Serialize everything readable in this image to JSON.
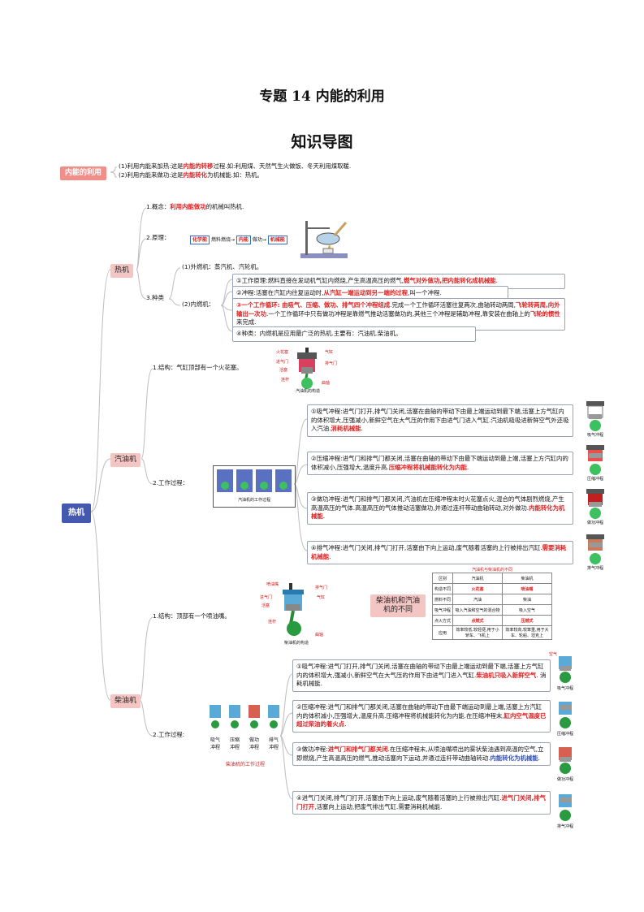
{
  "title": "专题 14  内能的利用",
  "subtitle": "知识导图",
  "top_node": {
    "label": "内能的利用",
    "line1_pre": "(1)利用内能来加热:这是",
    "line1_red": "内能的转移",
    "line1_post": "过程.如:利用煤、天然气生火做饭、冬天利用煤取暖.",
    "line2_pre": "(2)利用内能来做功:这是",
    "line2_red": "内能转化",
    "line2_post": "为机械能.如：热机。"
  },
  "root": "热机",
  "heat_engine": {
    "label": "热机",
    "concept_pre": "1.概念：",
    "concept_red": "利用内能做功",
    "concept_post": "的机械叫热机.",
    "principle": "2.原理：",
    "flow": [
      "化学能",
      "燃料燃烧",
      "内能",
      "做功",
      "机械能"
    ],
    "types": "3.种类",
    "external": "(1)外燃机：蒸汽机、汽轮机。",
    "internal": "(2)内燃机：",
    "i1_pre": "①工作原理:燃料直接在发动机气缸内燃烧,产生高温高压的燃气,",
    "i1_red": "燃气对外做功,把内能转化成机械能",
    "i1_post": ".",
    "i2_pre": "②冲程:活塞在汽缸内往复运动时,",
    "i2_red": "从汽缸一端运动到另一端的过程",
    "i2_post": ",叫一个冲程.",
    "i3_red1": "③一个工作循环: 由吸气、压缩、做功、排气四个冲程组成",
    "i3_mid1": ".完成一个工作循环活塞往复两次,曲轴转动两周,",
    "i3_red2": "飞轮转两周,向外输出一次功",
    "i3_mid2": ".一个工作循环中只有做功冲程是靠燃气推动活塞做功的,其他三个冲程是辅助冲程,靠安装在曲轴上的",
    "i3_red3": "飞轮的惯性",
    "i3_post": "来完成.",
    "i4": "④种类：内燃机是应用最广泛的热机.主要有：汽油机.柴油机。"
  },
  "gasoline": {
    "label": "汽油机",
    "structure": "1.结构：气缸顶部有一个火花塞。",
    "engine_labels": [
      "火花塞",
      "气缸",
      "进气门",
      "排气门",
      "活塞",
      "连杆",
      "曲轴"
    ],
    "engine_caption": "汽油机的构造",
    "process": "2.工作过程：",
    "strip_caption": "汽油机的工作过程",
    "s1_pre": "①吸气冲程:进气门打开,排气门关闭,活塞在曲轴的带动下由最上端运动到最下端,活塞上方气缸内的体积增大,压强减小,新鲜空气在大气压的作用下由进气门进入气缸.汽油机吸吸进新鲜空气外还吸入汽油.",
    "s1_red": "消耗机械能",
    "s1_post": ".",
    "s2_pre": "②压缩冲程:进气门和排气门都关闭,活塞在曲轴的带动下由最下端运动到最上端,活塞上方汽缸内的体积减小,压强增大,温度升高.",
    "s2_red": "压缩冲程将机械能转化为内能",
    "s2_post": ".",
    "s3_pre": "③做功冲程:进气门和排气门都关闭,汽油机在压缩冲程末时火花塞点火,混合的气体剧烈燃烧,产生高温高压的气体.高温高压的气体推动活塞做功,并通过连杆带动曲轴转动,对外做功.",
    "s3_red": "内能转化为机械能",
    "s3_post": ".",
    "s4_pre": "④排气冲程:进气门关闭,排气门打开,活塞由下向上运动,废气随着活塞的上行被排出汽缸.",
    "s4_red": "需要消耗机械能",
    "s4_post": ".",
    "icons": [
      "吸气冲程",
      "压缩冲程",
      "做功冲程",
      "排气冲程"
    ]
  },
  "diesel": {
    "label": "柴油机",
    "structure": "1.结构：顶部有一个喷油嘴。",
    "engine_labels": [
      "喷油嘴",
      "排气门",
      "进气门",
      "气缸",
      "活塞",
      "连杆",
      "曲轴"
    ],
    "engine_caption": "柴油机的构造",
    "process": "2.工作过程:",
    "strip_labels": [
      "吸气冲程",
      "压缩冲程",
      "做功冲程",
      "排气冲程"
    ],
    "strip_caption": "柴油机的工作过程",
    "s1_pre": "①吸气冲程:进气门打开,排气门关闭,活塞在曲轴的带动下由最上端运动到最下端,活塞上方气缸内的体积增大,强减小,新鲜空气在大气压的作用下由进气门进入气缸.",
    "s1_red": "柴油机只吸入新鲜空气",
    "s1_post": ". 消耗机械能.",
    "s2_pre": "②压缩冲程:进气门和排气门都关闭,活塞在曲轴的带动下由最下端运动到最上端,活塞上方汽缸内的体积减小,压强增大,温度升高.压缩冲程将机械能转化为内能.在压缩冲程末,",
    "s2_red": "缸内空气温度已超过柴油的着火点",
    "s2_post": ".",
    "s3_pre": "③做功冲程:",
    "s3_red": "进气门和排气门都关闭",
    "s3_mid": ".在压缩冲程末,从喷油嘴喷出的雾状柴油遇到高温的空气,立即燃烧,产生高温高压的燃气,推动活塞向下运动,并通过连杆带动曲轴转动.",
    "s3_blue": "内能转化为机械能",
    "s3_post": ".",
    "s4_pre": "④进气门关闭,排气门打开,活塞由下向上运动,废气随着活塞的上行被排出汽缸.",
    "s4_red": "进气门关闭,排气门打开",
    "s4_post": ",活塞向上运动,把废气排出气缸.需要消耗机械能.",
    "icons": [
      "吸气冲程",
      "压缩冲程",
      "做功冲程",
      "排气冲程"
    ],
    "air_label": "空气"
  },
  "compare": {
    "label": "柴油机和汽油机的不同",
    "title": "汽油机与柴油机的不同",
    "header": [
      "区别",
      "汽油机",
      "柴油机"
    ],
    "rows": [
      [
        "构造不同",
        "火花塞",
        "喷油嘴"
      ],
      [
        "燃料不同",
        "汽油",
        "柴油"
      ],
      [
        "吸气冲程",
        "吸入汽油和空气的混合物",
        "吸入空气"
      ],
      [
        "点火方式",
        "点燃式",
        "压燃式"
      ],
      [
        "应用",
        "效率较低,较轻便,用于小轿车、飞机上",
        "效率较高,较笨重,用于大车、轮船、坦克上"
      ]
    ]
  },
  "colors": {
    "root": "#4458b0",
    "pink": "#f3c6c4",
    "accent_red": "#e02020",
    "line": "#bbbbbb"
  }
}
